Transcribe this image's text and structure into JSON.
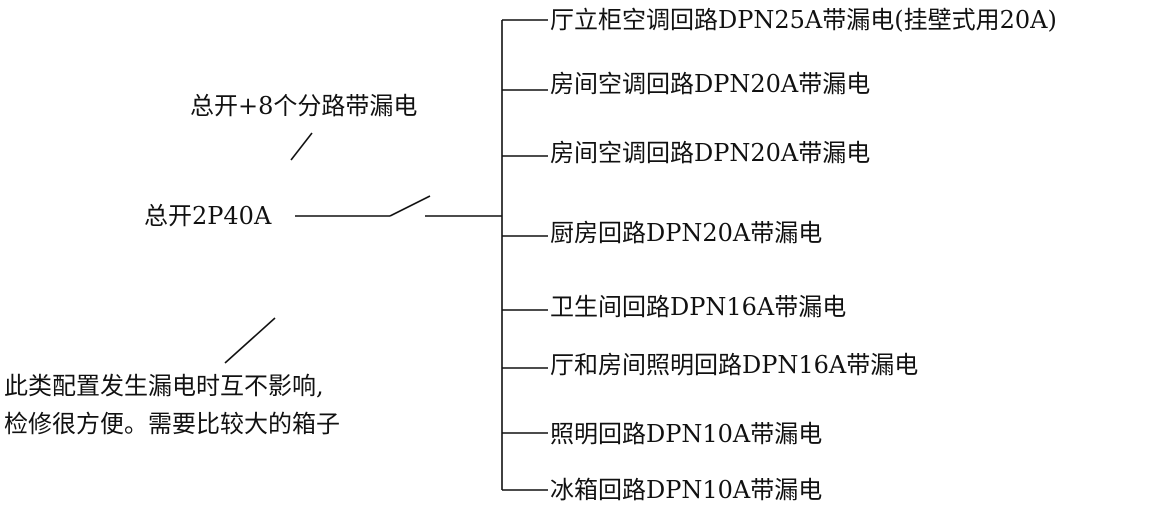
{
  "main_switch": {
    "label": "总开2P40A",
    "note": "总开+8个分路带漏电"
  },
  "remark": {
    "line1": "此类配置发生漏电时互不影响,",
    "line2": "检修很方便。需要比较大的箱子"
  },
  "branches": [
    "厅立柜空调回路DPN25A带漏电(挂壁式用20A)",
    "房间空调回路DPN20A带漏电",
    "房间空调回路DPN20A带漏电",
    "厨房回路DPN20A带漏电",
    "卫生间回路DPN16A带漏电",
    "厅和房间照明回路DPN16A带漏电",
    "照明回路DPN10A带漏电",
    "冰箱回路DPN10A带漏电"
  ]
}
